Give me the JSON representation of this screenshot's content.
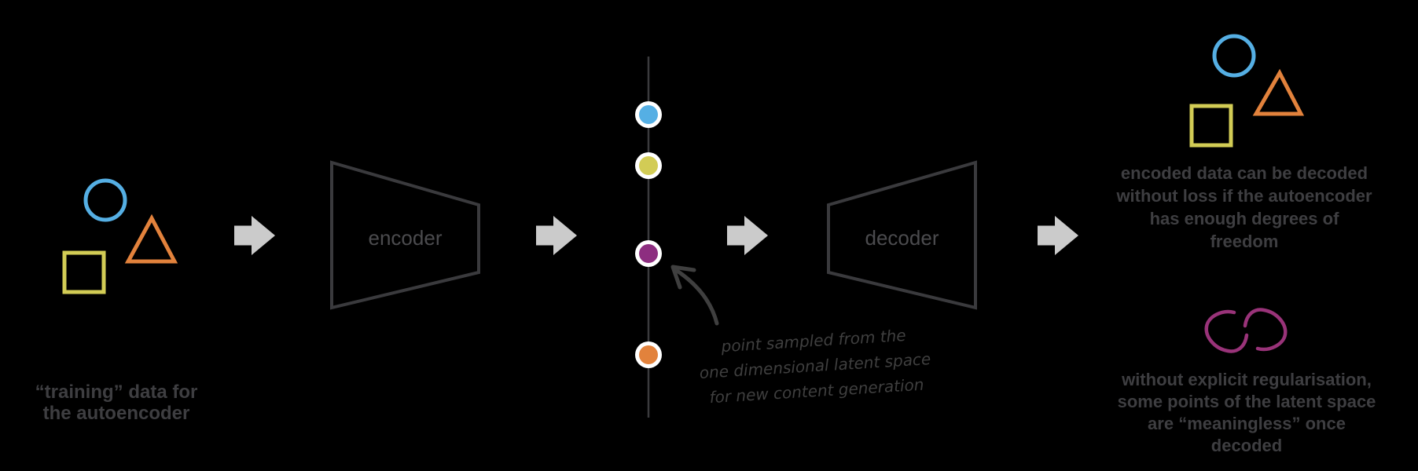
{
  "colors": {
    "background": "#000000",
    "blue": "#55afe4",
    "orange": "#e2823c",
    "yellow": "#d2cc55",
    "purple": "#8d2e80",
    "magenta": "#993379",
    "arrow_gray": "#cbcbcb",
    "block_stroke": "#3a3a3d",
    "block_label": "#4b4b4e",
    "caption_gray": "#3e3e41",
    "hand_gray": "#3f3f3f",
    "line_gray": "#3b3b3d",
    "dot_ring": "#ffffff"
  },
  "input_group": {
    "shapes": [
      "circle",
      "triangle",
      "square"
    ],
    "caption": [
      "“training” data for",
      "the autoencoder"
    ]
  },
  "encoder": {
    "label": "encoder"
  },
  "latent_space": {
    "axis": "one-dimensional latent space line",
    "points": [
      {
        "name": "blue-point",
        "color": "#55afe4"
      },
      {
        "name": "yellow-point",
        "color": "#d2cc55"
      },
      {
        "name": "purple-point",
        "color": "#8d2e80"
      },
      {
        "name": "orange-point",
        "color": "#e2823c"
      }
    ],
    "annotation": [
      "point sampled from the",
      "one dimensional latent space",
      "for new content generation"
    ]
  },
  "decoder": {
    "label": "decoder"
  },
  "output_top": {
    "shapes": [
      "circle",
      "triangle",
      "square"
    ],
    "caption": [
      "encoded data can be decoded",
      "without loss if the autoencoder",
      "has enough degrees of freedom"
    ]
  },
  "output_bottom": {
    "icon": "interlocked-squiggle",
    "caption": [
      "without explicit regularisation,",
      "some points of the latent space",
      "are “meaningless” once decoded"
    ]
  }
}
